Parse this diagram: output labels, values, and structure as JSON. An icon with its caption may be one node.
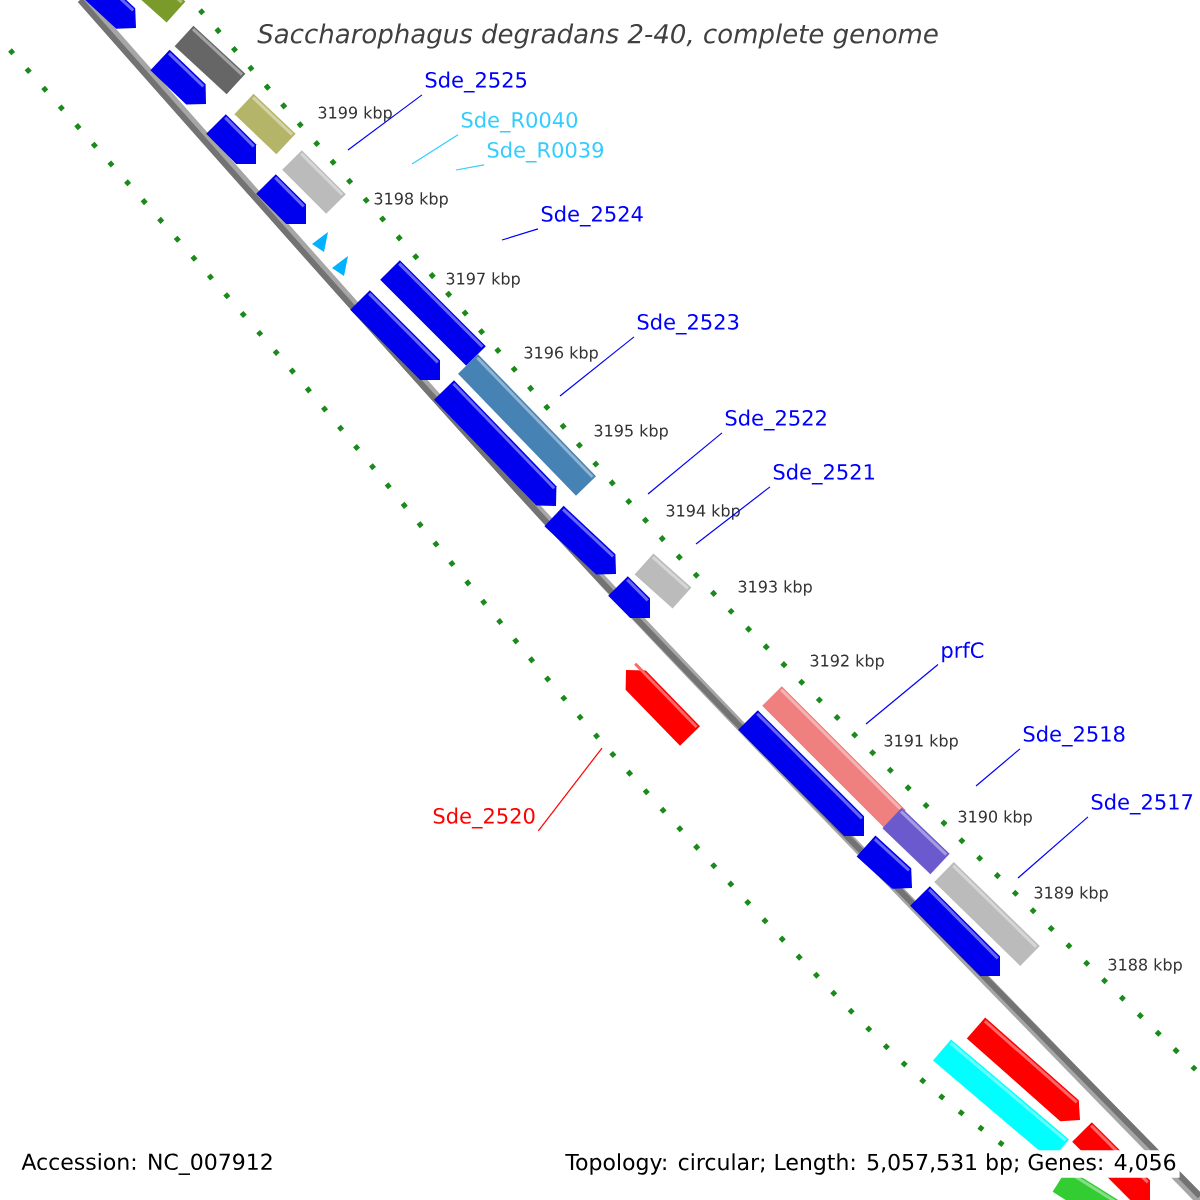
{
  "diagram": {
    "title": "Saccharophagus degradans 2-40, complete genome",
    "nodes": [
      {
        "text": [
          "Sde_2525"
        ]
      },
      {
        "text": [
          "Sde_R0040"
        ]
      },
      {
        "text": [
          "Sde_R0039"
        ]
      },
      {
        "text": [
          "Sde_2524"
        ]
      },
      {
        "text": [
          "Sde_2523"
        ]
      },
      {
        "text": [
          "Sde_2522"
        ]
      },
      {
        "text": [
          "Sde_2521"
        ]
      },
      {
        "text": [
          "prfC"
        ]
      },
      {
        "text": [
          "Sde_2518"
        ]
      },
      {
        "text": [
          "Sde_2517"
        ]
      },
      {
        "text": [
          "Sde_2520"
        ]
      }
    ],
    "edges": [
      {
        "from": 0,
        "to": null,
        "arrow": "none"
      },
      {
        "from": 1,
        "to": null,
        "arrow": "none",
        "color": "#33ccff"
      },
      {
        "from": 2,
        "to": null,
        "arrow": "none",
        "color": "#33ccff"
      },
      {
        "from": 3,
        "to": null,
        "arrow": "none"
      },
      {
        "from": 4,
        "to": null,
        "arrow": "none"
      },
      {
        "from": 5,
        "to": null,
        "arrow": "none"
      },
      {
        "from": 6,
        "to": null,
        "arrow": "none"
      },
      {
        "from": 7,
        "to": null,
        "arrow": "none"
      },
      {
        "from": 8,
        "to": null,
        "arrow": "none"
      },
      {
        "from": 9,
        "to": null,
        "arrow": "none"
      },
      {
        "from": 10,
        "to": null,
        "arrow": "none",
        "color": "#ff0000"
      }
    ],
    "labels": [
      "3199 kbp",
      "3198 kbp",
      "3197 kbp",
      "3196 kbp",
      "3195 kbp",
      "3194 kbp",
      "3193 kbp",
      "3192 kbp",
      "3191 kbp",
      "3190 kbp",
      "3189 kbp",
      "3188 kbp",
      "Accession: NC_007912",
      "Topology: circular; Length: 5,057,531 bp; Genes: 4,056"
    ]
  }
}
